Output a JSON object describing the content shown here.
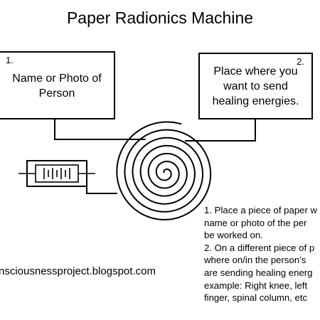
{
  "title": "Paper Radionics Machine",
  "box1": {
    "number": "1.",
    "lines": [
      "Name or Photo of",
      "Person"
    ]
  },
  "box2": {
    "number": "2.",
    "lines": [
      "Place where you",
      "want to send",
      "healing energies."
    ]
  },
  "instructions": [
    "1. Place a piece of paper w",
    "name or photo of the per",
    "be worked on.",
    "2. On a different piece of p",
    "where on/in the person’s",
    "are sending healing energ",
    "example: Right knee, left",
    "finger,  spinal column, etc"
  ],
  "source_url": "nsciousnessproject.blogspot.com"
}
